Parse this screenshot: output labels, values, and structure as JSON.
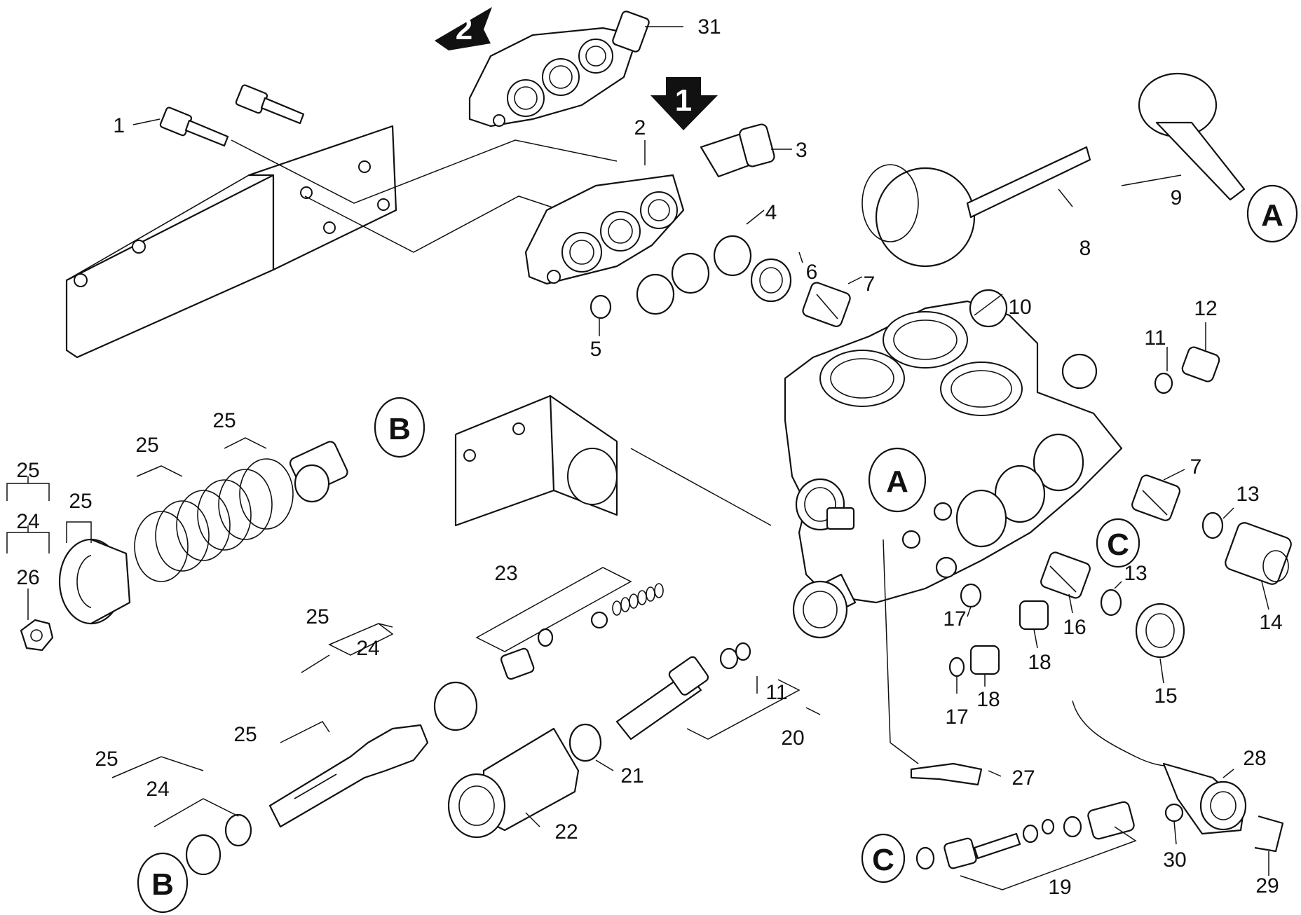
{
  "callouts": {
    "n1": "1",
    "n2": "2",
    "n3": "3",
    "n4": "4",
    "n5": "5",
    "n6": "6",
    "n7a": "7",
    "n7b": "7",
    "n8": "8",
    "n9": "9",
    "n10": "10",
    "n11a": "11",
    "n11b": "11",
    "n12": "12",
    "n13a": "13",
    "n13b": "13",
    "n14": "14",
    "n15": "15",
    "n16": "16",
    "n17a": "17",
    "n17b": "17",
    "n18a": "18",
    "n18b": "18",
    "n19": "19",
    "n20": "20",
    "n21": "21",
    "n22": "22",
    "n23": "23",
    "n24a": "24",
    "n24b": "24",
    "n24c": "24",
    "n25a": "25",
    "n25b": "25",
    "n25c": "25",
    "n25d": "25",
    "n25e": "25",
    "n25f": "25",
    "n25g": "25",
    "n26": "26",
    "n27": "27",
    "n28": "28",
    "n29": "29",
    "n30": "30",
    "n31": "31"
  },
  "markers": {
    "A_top": "A",
    "A_body": "A",
    "B_top": "B",
    "B_bottom": "B",
    "C_right": "C",
    "C_bottom": "C"
  },
  "variants": {
    "v1": "1",
    "v2": "2"
  }
}
